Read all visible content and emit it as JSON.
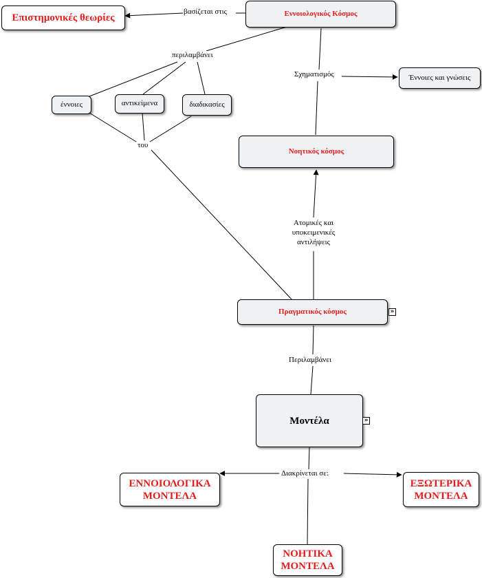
{
  "nodes": {
    "scientific_theories": "Επιστημονικές θεωρίες",
    "conceptual_world": "Εννοιολογικός Κόσμος",
    "concepts_knowledge": "Έννοιες και γνώσεις",
    "concepts": "έννοιες",
    "objects": "αντικείμενα",
    "processes": "διαδικασίες",
    "mental_world": "Νοητικός κόσμος",
    "real_world": "Πραγματικός κόσμος",
    "models": "Μοντέλα",
    "conceptual_models": "ΕΝΝΟΙΟΛΟΓΙΚΑ ΜΟΝΤΕΛΑ",
    "external_models": "ΕΞΩΤΕΡΙΚΑ ΜΟΝΤΕΛΑ",
    "mental_models": "ΝΟΗΤΙΚΑ ΜΟΝΤΕΛΑ"
  },
  "links": {
    "based_on": "βασίζεται στις",
    "includes": "περιλαμβάνει",
    "formation": "Σχηματισμός",
    "of": "του",
    "perceptions": "Ατομικές και υποκειμενικές αντιλήψεις",
    "includes_cap": "Περιλαμβάνει",
    "divided_into": "Διακρίνεται σε:"
  },
  "icons": {
    "expand": "double-chevron-right-icon"
  }
}
